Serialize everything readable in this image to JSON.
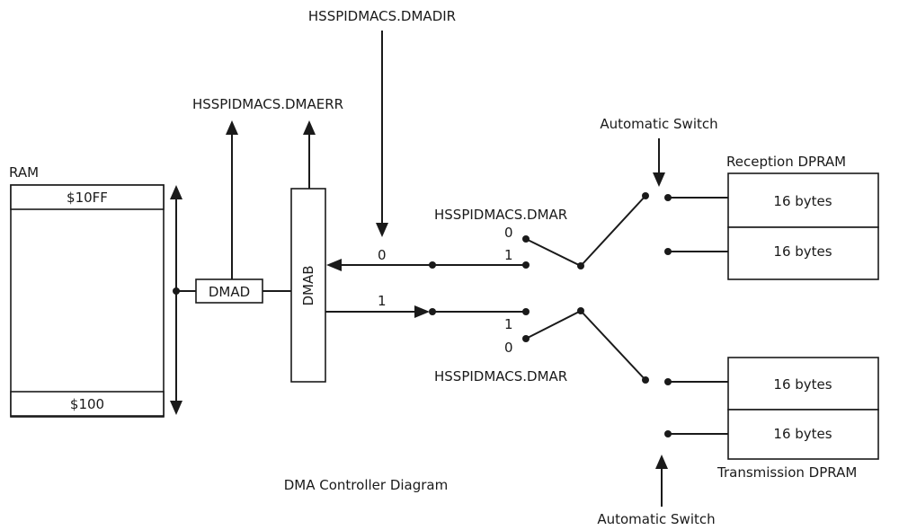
{
  "signals": {
    "dmadir": "HSSPIDMACS.DMADIR",
    "dmaerr": "HSSPIDMACS.DMAERR",
    "dmar_top": "HSSPIDMACS.DMAR",
    "dmar_bottom": "HSSPIDMACS.DMAR"
  },
  "ram": {
    "title": "RAM",
    "top_address": "$10FF",
    "bottom_address": "$100"
  },
  "blocks": {
    "dmad": "DMAD",
    "dmab": "DMAB"
  },
  "switch_labels": {
    "top": "Automatic Switch",
    "bottom": "Automatic Switch"
  },
  "reception": {
    "title": "Reception DPRAM",
    "slots": [
      "16 bytes",
      "16 bytes"
    ]
  },
  "transmission": {
    "title": "Transmission DPRAM",
    "slots": [
      "16 bytes",
      "16 bytes"
    ]
  },
  "mux_values": {
    "upper_line_left": "0",
    "upper_line_right": "1",
    "upper_switch_zero": "0",
    "lower_line_left": "1",
    "lower_switch_one": "1",
    "lower_switch_zero": "0"
  },
  "caption": "DMA Controller Diagram"
}
